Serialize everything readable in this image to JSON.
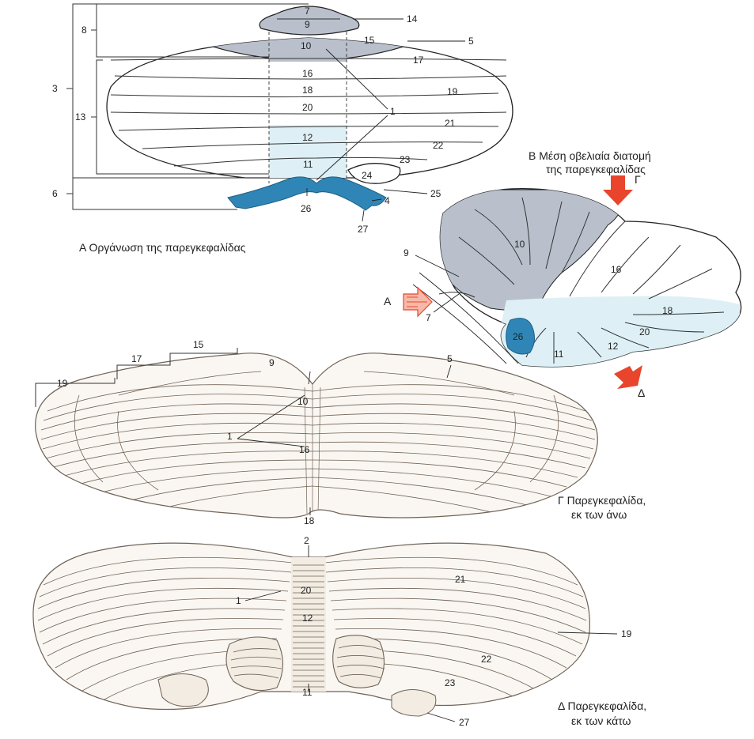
{
  "colors": {
    "grey_region": "#b9c0cc",
    "light_blue": "#def0f6",
    "blue": "#2f86b6",
    "red_arrow": "#e8452c",
    "line": "#222222",
    "folia": "#6f6256"
  },
  "captions": {
    "panel_a": "Α Οργάνωση της παρεγκεφαλίδας",
    "panel_b_line1": "Β Μέση οβελιαία διατομή",
    "panel_b_line2": "της παρεγκεφαλίδας",
    "panel_c_line1": "Γ Παρεγκεφαλίδα,",
    "panel_c_line2": "εκ των άνω",
    "panel_d_line1": "Δ Παρεγκεφαλίδα,",
    "panel_d_line2": "εκ των κάτω"
  },
  "panel_a": {
    "labels": {
      "l7": "7",
      "l9": "9",
      "l14": "14",
      "l8": "8",
      "l15": "15",
      "l5": "5",
      "l10": "10",
      "l17": "17",
      "l3": "3",
      "l16": "16",
      "l18": "18",
      "l19": "19",
      "l13": "13",
      "l20": "20",
      "l1": "1",
      "l21": "21",
      "l12": "12",
      "l22": "22",
      "l23": "23",
      "l11": "11",
      "l24": "24",
      "l6": "6",
      "l25": "25",
      "l4": "4",
      "l26": "26",
      "l27": "27"
    }
  },
  "panel_b": {
    "arrows": {
      "top": "Γ",
      "left": "Α",
      "bottom": "Δ"
    },
    "labels": {
      "l10": "10",
      "l9": "9",
      "l16": "16",
      "l7": "7",
      "l18": "18",
      "l20": "20",
      "l26": "26",
      "l11": "11",
      "l12": "12"
    }
  },
  "panel_c": {
    "labels": {
      "l15": "15",
      "l17": "17",
      "l19": "19",
      "l9": "9",
      "l5": "5",
      "l10": "10",
      "l1": "1",
      "l16": "16",
      "l18": "18"
    }
  },
  "panel_d": {
    "labels": {
      "l2": "2",
      "l20": "20",
      "l21": "21",
      "l1": "1",
      "l12": "12",
      "l19": "19",
      "l22": "22",
      "l23": "23",
      "l11": "11",
      "l27": "27"
    }
  }
}
